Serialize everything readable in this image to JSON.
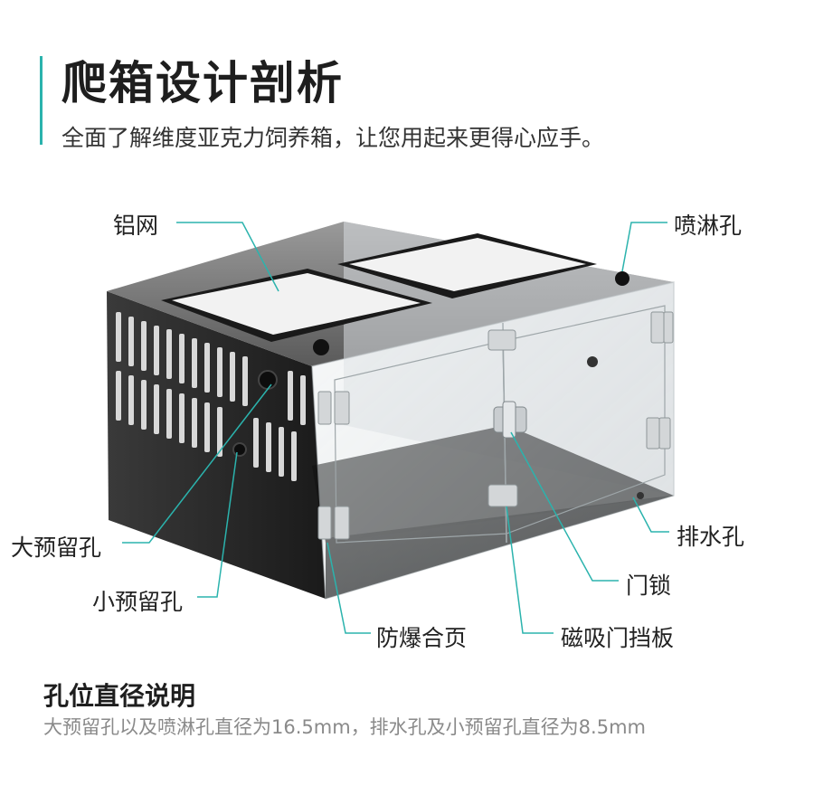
{
  "header": {
    "title": "爬箱设计剖析",
    "subtitle": "全面了解维度亚克力饲养箱，让您用起来更得心应手。"
  },
  "callouts": {
    "aluminum_mesh": "铝网",
    "spray_hole": "喷淋孔",
    "large_reserved_hole": "大预留孔",
    "small_reserved_hole": "小预留孔",
    "drain_hole": "排水孔",
    "door_lock": "门锁",
    "explosion_proof_hinge": "防爆合页",
    "magnetic_door_stop": "磁吸门挡板"
  },
  "hole_info": {
    "title": "孔位直径说明",
    "description": "大预留孔以及喷淋孔直径为16.5mm，排水孔及小预留孔直径为8.5mm"
  },
  "colors": {
    "accent": "#2bb3ad",
    "leader_line": "#2bb3ad",
    "title_text": "#1e1e1e",
    "muted_text": "#8a8a8a"
  }
}
